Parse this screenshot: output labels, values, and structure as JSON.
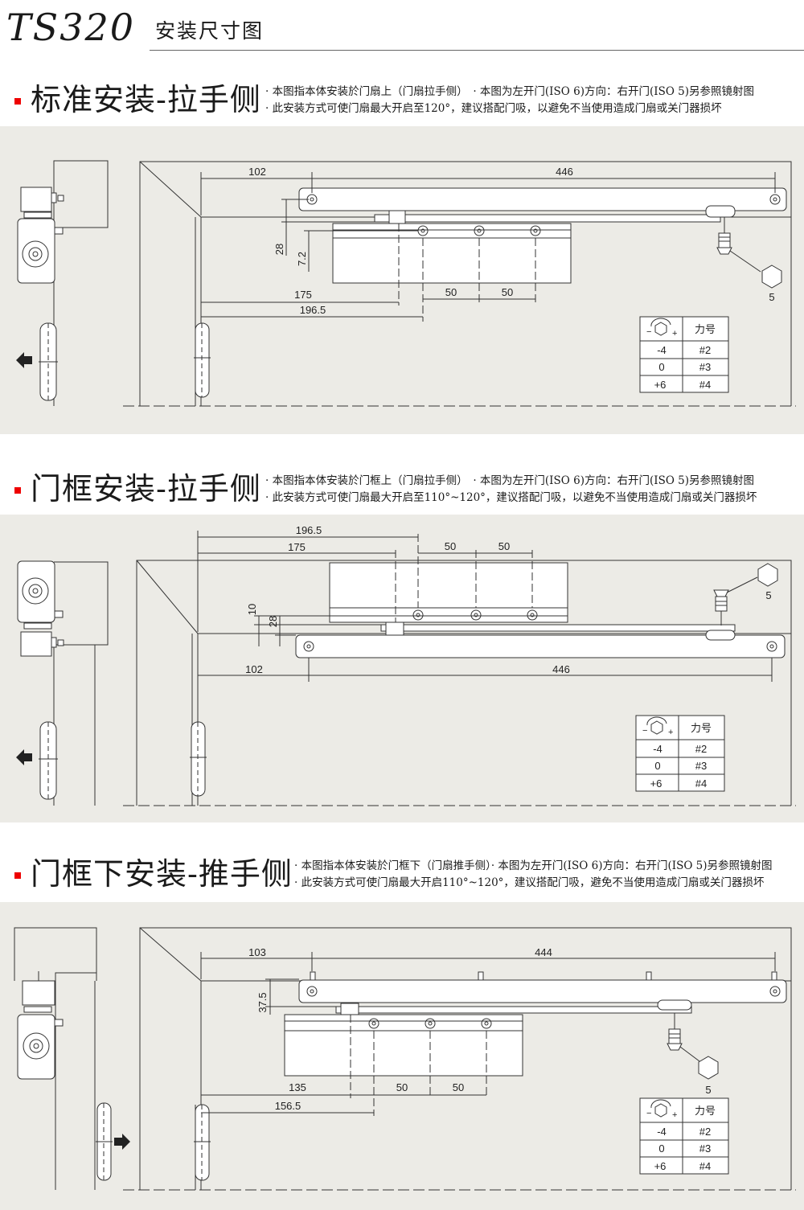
{
  "header": {
    "model": "TS320",
    "subtitle": "安装尺寸图"
  },
  "sections": [
    {
      "title": "标准安装-拉手侧",
      "notes": [
        "· 本图指本体安装於门扇上（门扇拉手侧）　· 本图为左开门(ISO 6)方向：右开门(ISO 5)另参照镜射图",
        "· 此安装方式可使门扇最大开启至120°，建议搭配门吸，以避免不当使用造成门扇或关门器损坏"
      ],
      "dims": {
        "a": "102",
        "b": "446",
        "c": "28",
        "d": "7.2",
        "e": "175",
        "f": "196.5",
        "g": "50",
        "h": "50",
        "hex": "5"
      },
      "table": {
        "header": "力号",
        "rows": [
          [
            "-4",
            "#2"
          ],
          [
            "0",
            "#3"
          ],
          [
            "+6",
            "#4"
          ]
        ]
      }
    },
    {
      "title": "门框安装-拉手侧",
      "notes": [
        "· 本图指本体安装於门框上（门扇拉手侧）　· 本图为左开门(ISO 6)方向：右开门(ISO 5)另参照镜射图",
        "· 此安装方式可使门扇最大开启至110°~120°，建议搭配门吸，以避免不当使用造成门扇或关门器损坏"
      ],
      "dims": {
        "a": "196.5",
        "b": "175",
        "c": "50",
        "d": "50",
        "e": "10",
        "f": "28",
        "g": "102",
        "h": "446",
        "hex": "5"
      },
      "table": {
        "header": "力号",
        "rows": [
          [
            "-4",
            "#2"
          ],
          [
            "0",
            "#3"
          ],
          [
            "+6",
            "#4"
          ]
        ]
      }
    },
    {
      "title": "门框下安装-推手侧",
      "notes": [
        "· 本图指本体安装於门框下（门扇推手侧）· 本图为左开门(ISO 6)方向：右开门(ISO 5)另参照镜射图",
        "· 此安装方式可使门扇最大开启110°~120°，建议搭配门吸，避免不当使用造成门扇或关门器损坏"
      ],
      "dims": {
        "a": "103",
        "b": "444",
        "c": "37.5",
        "d": "135",
        "e": "156.5",
        "f": "50",
        "g": "50",
        "hex": "5"
      },
      "table": {
        "header": "力号",
        "rows": [
          [
            "-4",
            "#2"
          ],
          [
            "0",
            "#3"
          ],
          [
            "+6",
            "#4"
          ]
        ]
      }
    }
  ],
  "colors": {
    "panel": "#ecebe6",
    "line": "#333333",
    "bullet": "#e00000"
  }
}
